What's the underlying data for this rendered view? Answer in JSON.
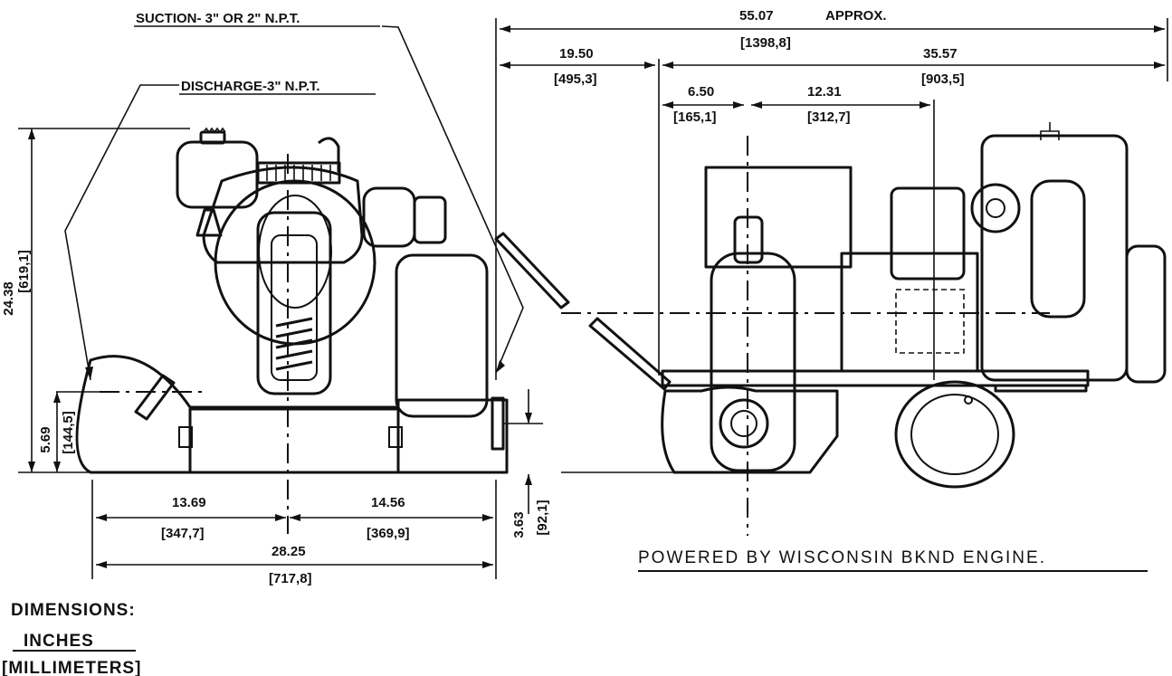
{
  "callouts": {
    "suction": "SUCTION- 3\" OR 2\" N.P.T.",
    "discharge": "DISCHARGE-3\" N.P.T."
  },
  "dims": {
    "overall_in": "55.07",
    "overall_approx": "APPROX.",
    "overall_mm": "[1398,8]",
    "d19_in": "19.50",
    "d19_mm": "[495,3]",
    "d35_in": "35.57",
    "d35_mm": "[903,5]",
    "d6_in": "6.50",
    "d6_mm": "[165,1]",
    "d12_in": "12.31",
    "d12_mm": "[312,7]",
    "h24_in": "24.38",
    "h24_mm": "[619,1]",
    "h5_in": "5.69",
    "h5_mm": "[144,5]",
    "w13_in": "13.69",
    "w13_mm": "[347,7]",
    "w14_in": "14.56",
    "w14_mm": "[369,9]",
    "w28_in": "28.25",
    "w28_mm": "[717,8]",
    "g3_in": "3.63",
    "g3_mm": "[92,1]"
  },
  "note": "POWERED BY WISCONSIN BKND ENGINE.",
  "legend": {
    "title": "DIMENSIONS:",
    "inches": "INCHES",
    "millimeters": "[MILLIMETERS]"
  }
}
